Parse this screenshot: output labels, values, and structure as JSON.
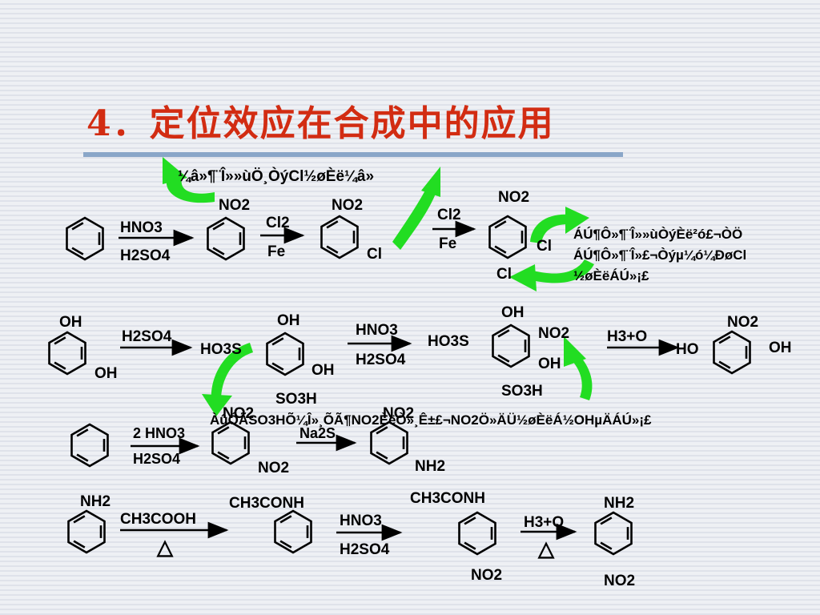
{
  "title": "4．定位效应在合成中的应用",
  "notes": {
    "top": "¼â»¶¨Î»»ùÖ¸ÒýCl½øÈë¼â»",
    "right_line1": "ÁÚ¶Ô»¶¨Î»»ùÒýÈë²ó£¬ÒÖ",
    "right_line2": "ÁÚ¶Ô»¶¨Î»£¬Òýµ¼ó¼ÐøCl",
    "right_line3": "½øÈëÁÚ»¡£",
    "middle": "ÀûÓÃSO3HÕ¼Î»¸ÕÃ¶NO2ÈëÒ»¸Ê±£¬NO2Ö»ÄÜ½øÈëÁ½OHµÄÁÚ»¡£"
  },
  "row1": {
    "reagent1_top": "HNO3",
    "reagent1_bottom": "H2SO4",
    "product1_sub": "NO2",
    "reagent2_top": "Cl2",
    "reagent2_bottom": "Fe",
    "product2_sub_top": "NO2",
    "product2_sub_right": "Cl",
    "reagent3_top": "Cl2",
    "reagent3_bottom": "Fe",
    "product3_sub_top": "NO2",
    "product3_sub_right": "Cl",
    "product3_sub_bottom": "Cl"
  },
  "row2": {
    "start_sub_top": "OH",
    "start_sub_bottom": "OH",
    "reagent1": "H2SO4",
    "p1_top": "OH",
    "p1_left": "HO3S",
    "p1_right": "OH",
    "p1_bottom": "SO3H",
    "reagent2_top": "HNO3",
    "reagent2_bottom": "H2SO4",
    "p2_top": "OH",
    "p2_left": "HO3S",
    "p2_right_top": "NO2",
    "p2_right": "OH",
    "p2_bottom": "SO3H",
    "reagent3": "H3+O",
    "p3_top": "NO2",
    "p3_left": "HO",
    "p3_right": "OH"
  },
  "row3": {
    "reagent1_top": "2 HNO3",
    "reagent1_bottom": "H2SO4",
    "p1_top": "NO2",
    "p1_bottom": "NO2",
    "reagent2": "Na2S",
    "p2_top": "NO2",
    "p2_bottom": "NH2"
  },
  "row4": {
    "start_top": "NH2",
    "reagent1_top": "CH3COOH",
    "reagent1_bottom": "△",
    "p1_top": "CH3CONH",
    "reagent2_top": "HNO3",
    "reagent2_bottom": "H2SO4",
    "p2_top": "CH3CONH",
    "p2_bottom": "NO2",
    "reagent3_top": "H3+O",
    "reagent3_bottom": "△",
    "p3_top": "NH2",
    "p3_bottom": "NO2"
  },
  "colors": {
    "title": "#d22c12",
    "rule": "#8aa6c8",
    "arrow_green": "#22dd22",
    "ink": "#000000"
  }
}
